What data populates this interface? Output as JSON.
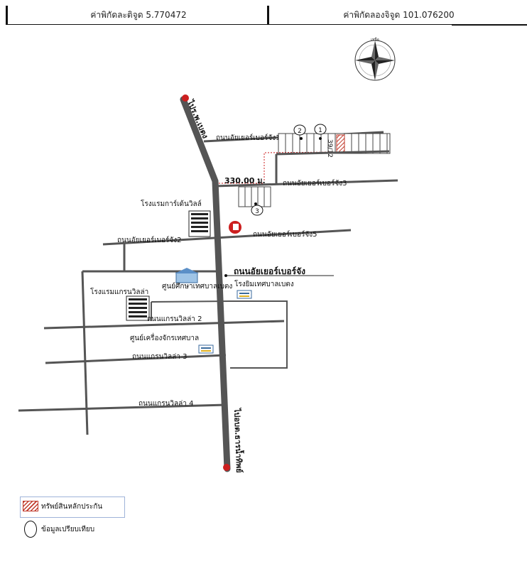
{
  "header": {
    "latitude_label": "ค่าพิกัดละติจูด 5.770472",
    "longitude_label": "ค่าพิกัดลองจิจูด 101.076200"
  },
  "map": {
    "compass_label": "เหนือ",
    "direction_north_road": "ไปร.พ.เบตง",
    "direction_south_road": "ไปอบต.ธารน้ำทิพย์",
    "roads": {
      "aiyer_1": "ถนนอัยเยอร์เบอร์จัง1",
      "aiyer_3": "ถนนอัยเยอร์เบอร์จัง3",
      "aiyer_2": "ถนนอัยเยอร์เบอร์จัง2",
      "aiyer_5": "ถนนอัยเยอร์เบอร์จัง5",
      "aiyer_main": "ถนนอัยเยอร์เบอร์จัง",
      "grand_villa_2": "ถนนแกรนวิลล่า 2",
      "grand_villa_3": "ถนนแกรนวิลล่า 3",
      "grand_villa_4": "ถนนแกรนวิลล่า 4"
    },
    "distance_label": "330.00 ม.",
    "plot_number": "39/12",
    "markers": [
      "1",
      "2",
      "3"
    ],
    "places": {
      "garden_villa": "โรงแรมการ์เด้นวิลล์",
      "education_center": "ศูนย์ศึกษาเทศบาลเบตง",
      "grand_villa_hotel": "โรงแรมแกรนวิลล่า",
      "municipal_gym": "โรงยิมเทศบาลเบตง",
      "machinery_center": "ศูนย์เครื่องจักรเทศบาล"
    },
    "colors": {
      "road": "#555555",
      "subject_property": "#c0392b",
      "route_marker": "#cc1f1f"
    }
  },
  "legend": {
    "subject_property": "ทรัพย์สินหลักประกัน",
    "comparable_data": "ข้อมูลเปรียบเทียบ"
  }
}
